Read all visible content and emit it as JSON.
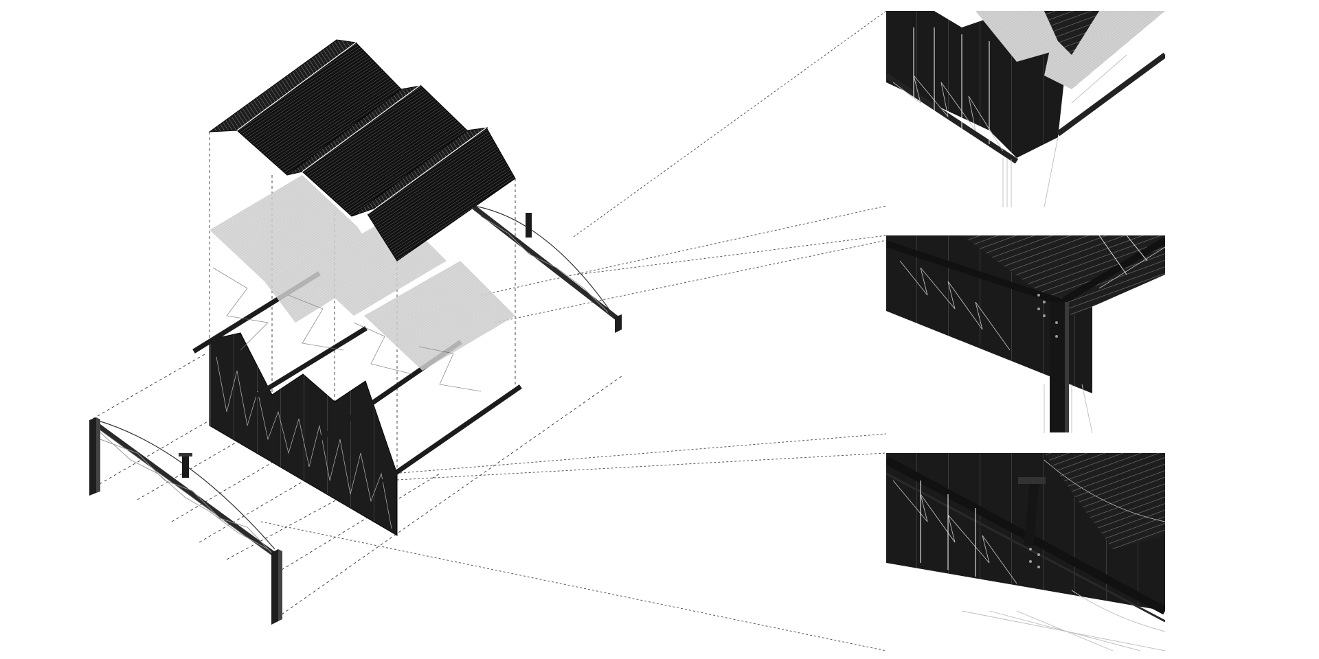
{
  "diagram": {
    "type": "exploded-axonometric",
    "components": [
      "sawtooth-roof",
      "translucent-roof-membrane",
      "roof-purlins",
      "sawtooth-end-wall",
      "steel-portal-frame"
    ],
    "detail_callouts": [
      "roof-eave-detail",
      "corner-column-detail",
      "truss-connection-detail"
    ]
  },
  "colors": {
    "background": "#ffffff",
    "panel": "#1b1b1b",
    "panel_edge": "#050505",
    "corrugation": "#8a8a8a",
    "membrane": "#c4c4c4",
    "steel": "#2a2a2a",
    "leader": "#555555",
    "bracing": "#bdbdbd"
  }
}
